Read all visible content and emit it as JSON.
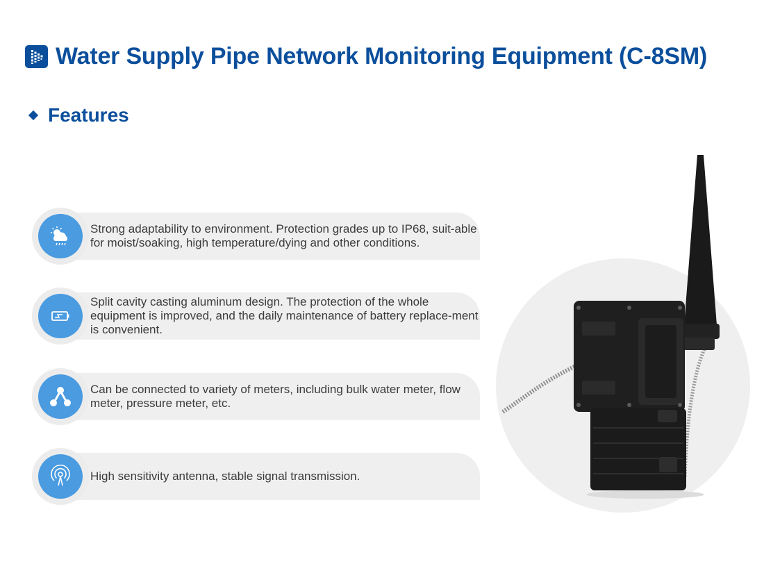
{
  "header": {
    "title": "Water Supply Pipe Network Monitoring Equipment (C-8SM)"
  },
  "section": {
    "title": "Features"
  },
  "features": [
    {
      "icon": "weather-icon",
      "text": "Strong adaptability to environment. Protection grades up to IP68, suit-able for moist/soaking, high temperature/dying and other conditions."
    },
    {
      "icon": "battery-icon",
      "text": "Split cavity casting aluminum design. The protection of the whole equipment is improved, and the daily maintenance of battery replace-ment is convenient."
    },
    {
      "icon": "network-icon",
      "text": "Can be connected to variety of meters, including bulk water meter, flow meter, pressure meter, etc."
    },
    {
      "icon": "antenna-signal-icon",
      "text": "High sensitivity antenna, stable signal transmission."
    }
  ],
  "colors": {
    "brand_blue": "#0b4f9c",
    "icon_blue": "#4a9be0",
    "bar_gray": "#efefef",
    "text": "#3b3b3b"
  }
}
